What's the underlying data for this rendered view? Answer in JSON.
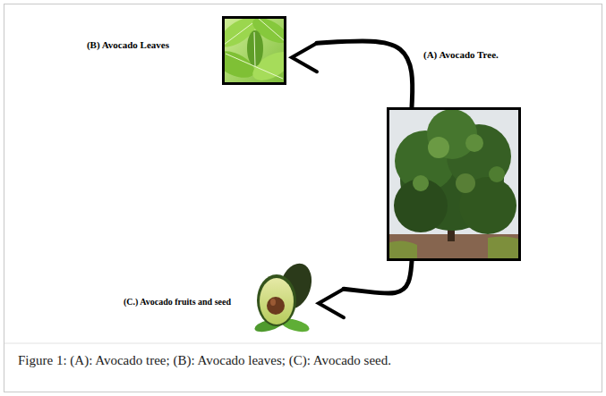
{
  "diagram": {
    "caption": "Figure 1: (A): Avocado tree; (B): Avocado leaves; (C): Avocado seed.",
    "nodes": [
      {
        "text": [
          "(B) Avocado Leaves"
        ]
      },
      {
        "text": [
          "(A) Avocado Tree."
        ]
      },
      {
        "text": [
          "(C.) Avocado fruits and seed"
        ]
      }
    ],
    "edges": [
      {
        "from": 1,
        "to": 0,
        "arrow": "to"
      },
      {
        "from": 1,
        "to": 2,
        "arrow": "to"
      }
    ]
  }
}
